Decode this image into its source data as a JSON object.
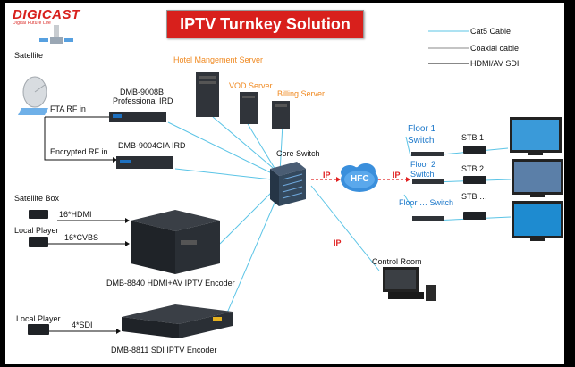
{
  "brand": {
    "name": "DIGICAST",
    "tagline": "Digital Future Life"
  },
  "title": "IPTV Turnkey Solution",
  "legend": [
    {
      "label": "Cat5 Cable",
      "color": "#5bc4e6"
    },
    {
      "label": "Coaxial cable",
      "color": "#888888"
    },
    {
      "label": "HDMI/AV SDI",
      "color": "#111111"
    }
  ],
  "labels": {
    "satellite": "Satellite",
    "fta_rf": "FTA RF in",
    "encrypted_rf": "Encrypted RF in",
    "ird1_model": "DMB-9008B",
    "ird1_desc": "Professional IRD",
    "ird2": "DMB-9004CIA IRD",
    "hotel_server": "Hotel Mangement Server",
    "vod_server": "VOD Server",
    "billing_server": "Billing Server",
    "core_switch": "Core Switch",
    "ip1": "IP",
    "hfc": "HFC",
    "ip2": "IP",
    "ip3": "IP",
    "floor1": "Floor 1",
    "floor1_sub": "Switch",
    "floor2": "Floor 2",
    "floor2_sub": "Switch",
    "floorn": "Floor … Switch",
    "stb1": "STB 1",
    "stb2": "STB 2",
    "stbn": "STB …",
    "satellite_box": "Satellite Box",
    "hdmi16": "16*HDMI",
    "local_player1": "Local Player",
    "cvbs16": "16*CVBS",
    "encoder1": "DMB-8840 HDMI+AV IPTV Encoder",
    "control_room": "Control Room",
    "local_player2": "Local Player",
    "sdi4": "4*SDI",
    "encoder2": "DMB-8811 SDI IPTV Encoder"
  },
  "colors": {
    "accent": "#d8201c",
    "orange": "#f08a22",
    "blue": "#1976c9",
    "cat5": "#5bc4e6"
  }
}
